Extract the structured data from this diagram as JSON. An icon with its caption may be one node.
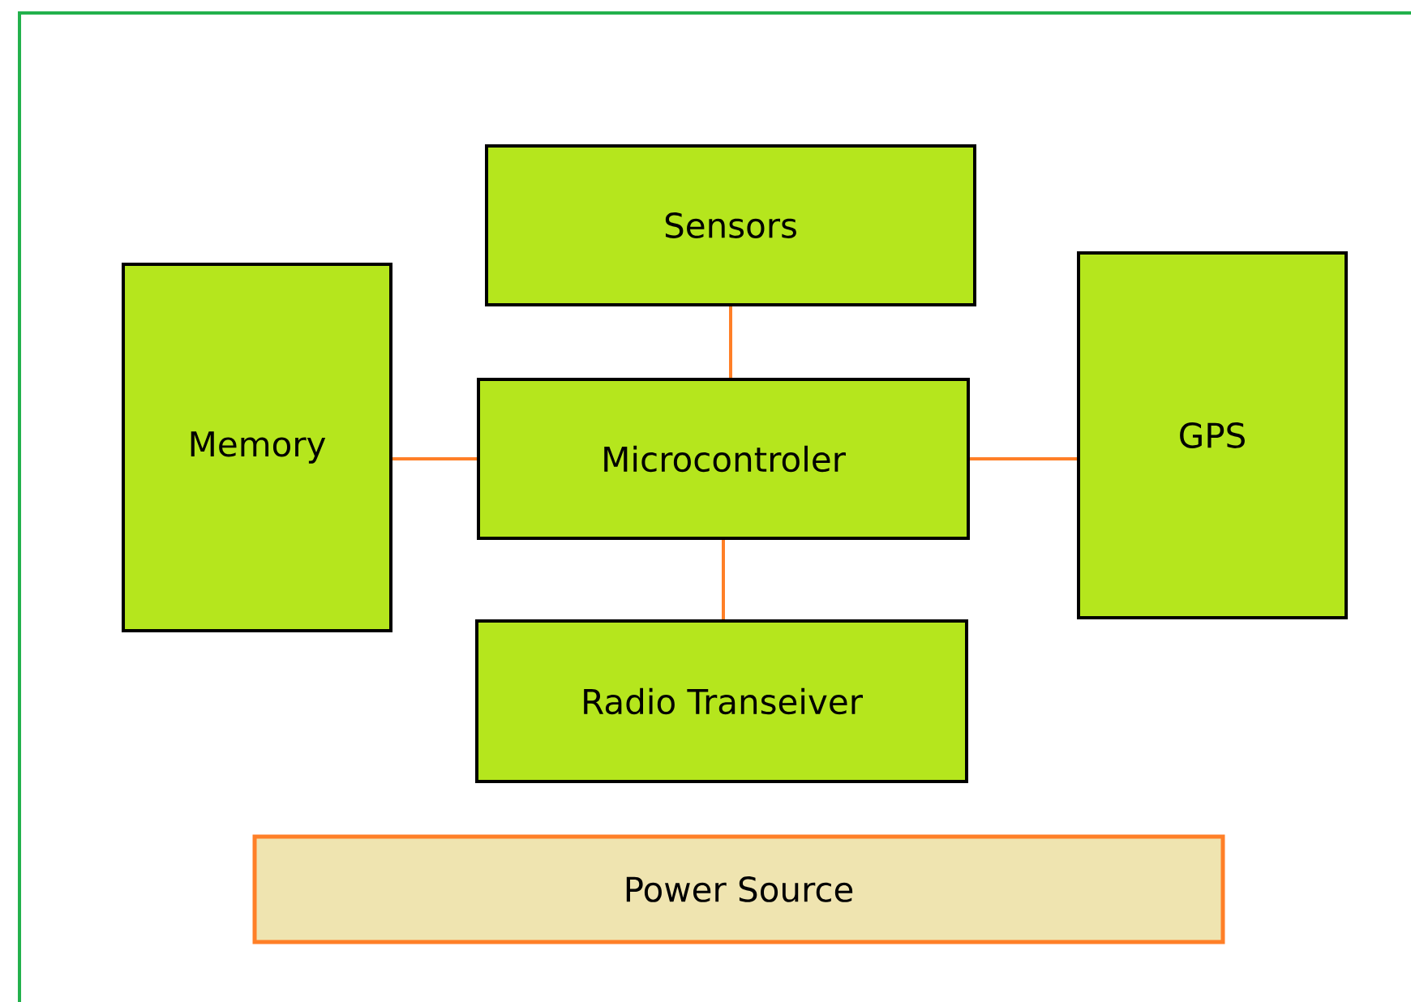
{
  "diagram": {
    "nodes": [
      {
        "text": [
          "Sensors"
        ]
      },
      {
        "text": [
          "Memory"
        ]
      },
      {
        "text": [
          "Microcontroler"
        ]
      },
      {
        "text": [
          "GPS"
        ]
      },
      {
        "text": [
          "Radio Transeiver"
        ]
      },
      {
        "text": [
          "Power Source"
        ]
      }
    ],
    "edges": [
      {
        "from": 0,
        "to": 2,
        "arrow": "none"
      },
      {
        "from": 1,
        "to": 2,
        "arrow": "none"
      },
      {
        "from": 2,
        "to": 3,
        "arrow": "none"
      },
      {
        "from": 2,
        "to": 4,
        "arrow": "none"
      }
    ]
  }
}
